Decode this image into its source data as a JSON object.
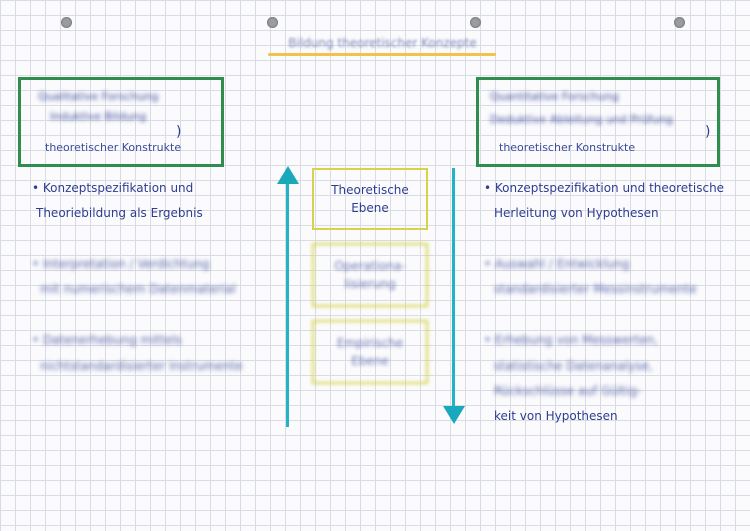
{
  "page": {
    "title": "Bildung theoretischer Konzepte",
    "accent_color": "#f2c24d"
  },
  "left": {
    "header_lines": [
      "Qualitative Forschung",
      "Induktive Bildung",
      "theoretischer Konstrukte"
    ],
    "bullets": [
      {
        "lines": [
          "• Konzeptspezifikation und",
          "Theoriebildung als Ergebnis"
        ]
      },
      {
        "lines": [
          "• Interpretation / Verdichtung",
          "mit numerischem Datenmaterial"
        ]
      },
      {
        "lines": [
          "• Datenerhebung mittels",
          "nichtstandardisierter Instrumente"
        ]
      }
    ]
  },
  "right": {
    "header_lines": [
      "Quantitative Forschung",
      "Deduktive Ableitung und Prüfung",
      "theoretischer Konstrukte"
    ],
    "bullets": [
      {
        "lines": [
          "• Konzeptspezifikation und theoretische",
          "Herleitung von Hypothesen"
        ]
      },
      {
        "lines": [
          "• Auswahl / Entwicklung",
          "standardisierter Messinstrumente"
        ]
      },
      {
        "lines": [
          "• Erhebung von Messwerten,",
          "statistische Datenanalyse,",
          "Rückschlüsse auf Gültig-",
          "keit von Hypothesen"
        ]
      }
    ]
  },
  "middle": {
    "stages": [
      {
        "lines": [
          "Theoretische",
          "Ebene"
        ]
      },
      {
        "lines": [
          "Operationa-",
          "lisierung"
        ]
      },
      {
        "lines": [
          "Empirische",
          "Ebene"
        ]
      }
    ],
    "arrow_color": "#23b3c4",
    "stage_border_color": "#d6d24a"
  }
}
